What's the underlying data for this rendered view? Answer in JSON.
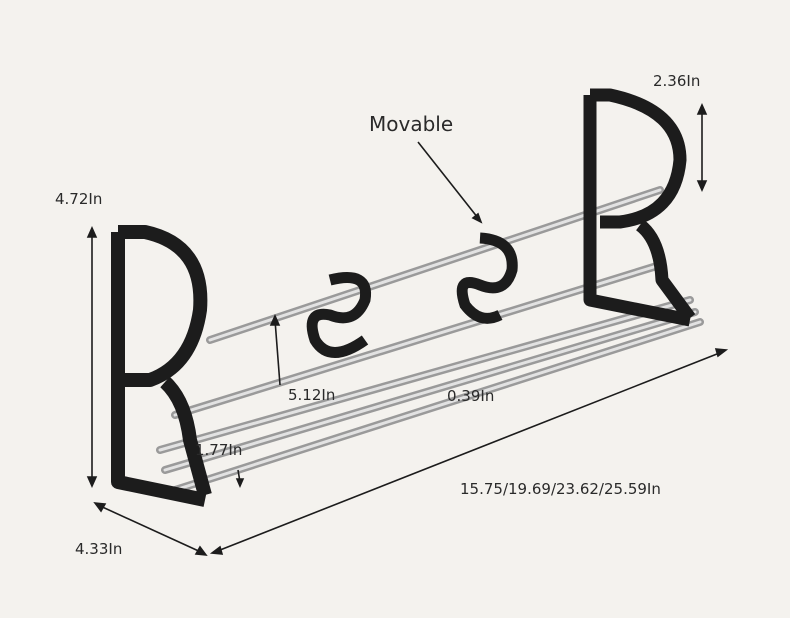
{
  "labels": {
    "movable": "Movable",
    "hook_height": "2.36In",
    "side_height": "4.72In",
    "rod_gap": "5.12In",
    "rod_diameter": "0.39In",
    "rail_height": "1.77In",
    "lengths": "15.75/19.69/23.62/25.59In",
    "depth": "4.33In"
  },
  "colors": {
    "background": "#f4f2ee",
    "frame": "#1c1c1c",
    "rod": "#b8b8b8"
  }
}
